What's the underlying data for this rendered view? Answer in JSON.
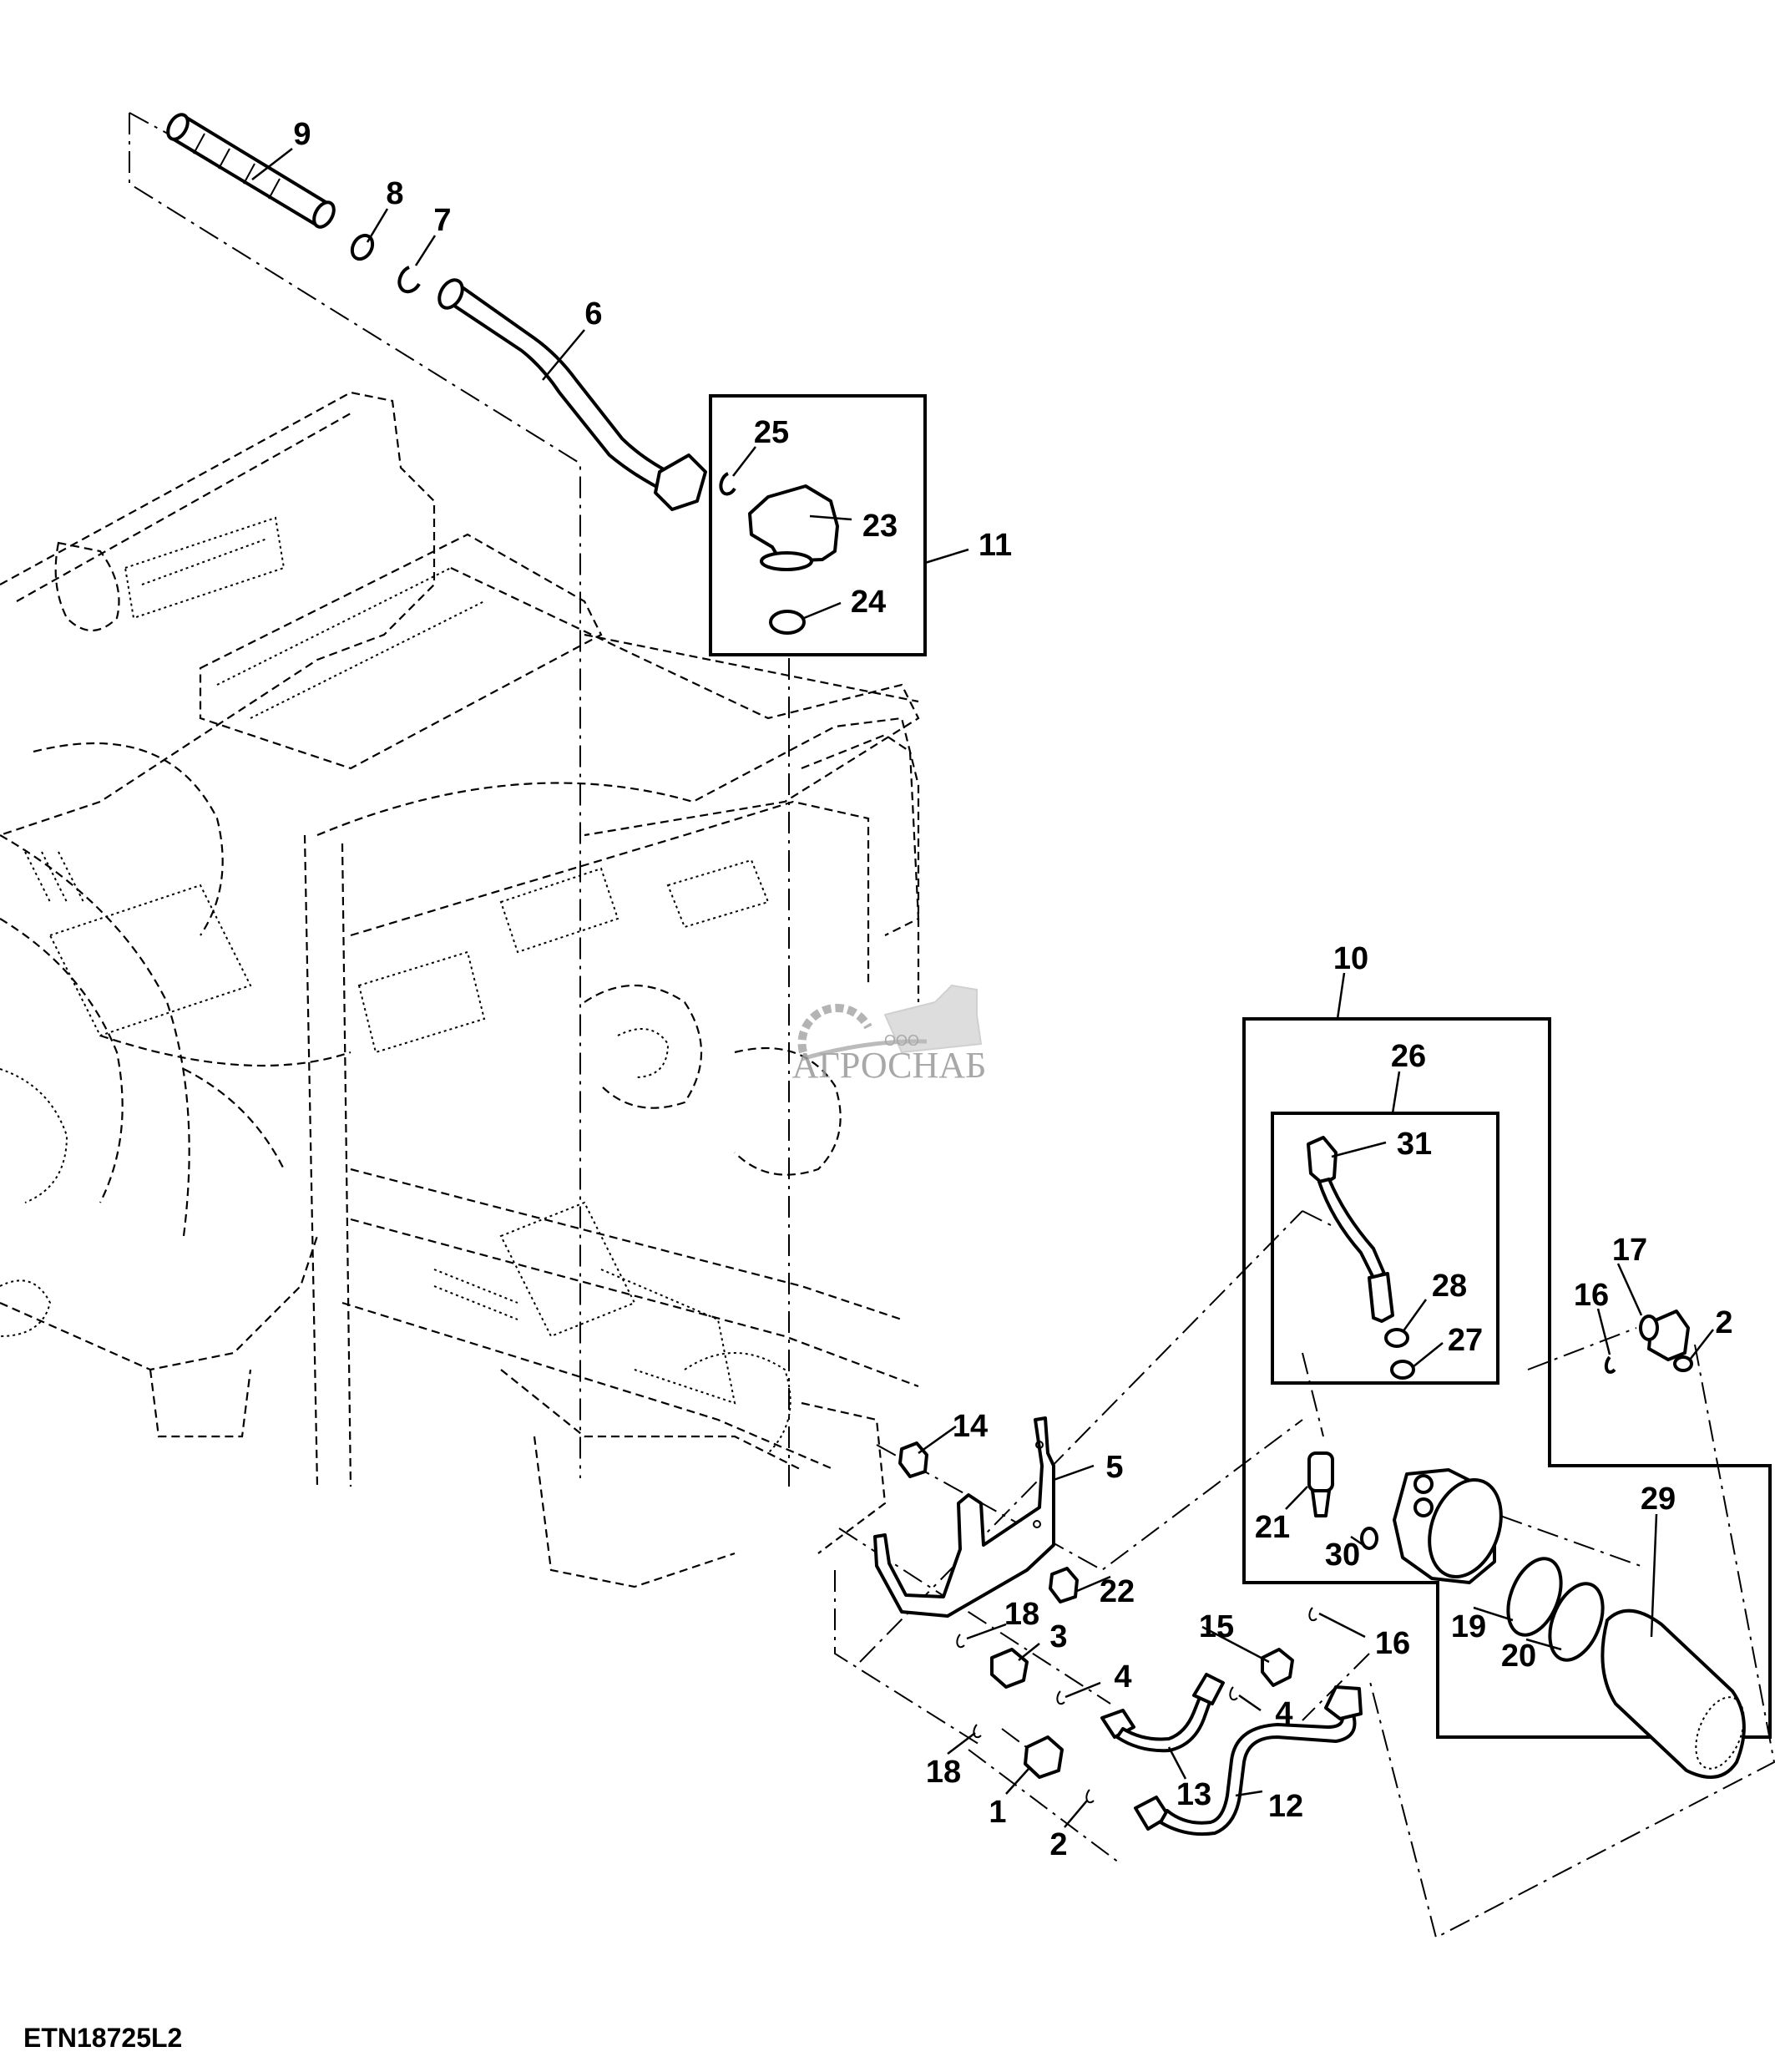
{
  "figure": {
    "caption": "ETN18725L2",
    "watermark": {
      "prefix": "ООО",
      "brand": "АГРОСНАБ"
    }
  },
  "callouts": {
    "c9": "9",
    "c8": "8",
    "c7": "7",
    "c6": "6",
    "c25": "25",
    "c23": "23",
    "c11": "11",
    "c24": "24",
    "c10": "10",
    "c26": "26",
    "c31": "31",
    "c17": "17",
    "c16a": "16",
    "c2a": "2",
    "c28": "28",
    "c27": "27",
    "c14": "14",
    "c5": "5",
    "c29": "29",
    "c21": "21",
    "c30": "30",
    "c19": "19",
    "c20": "20",
    "c22": "22",
    "c18a": "18",
    "c3": "3",
    "c15": "15",
    "c16b": "16",
    "c4a": "4",
    "c4b": "4",
    "c18b": "18",
    "c13": "13",
    "c12": "12",
    "c1": "1",
    "c2b": "2"
  }
}
